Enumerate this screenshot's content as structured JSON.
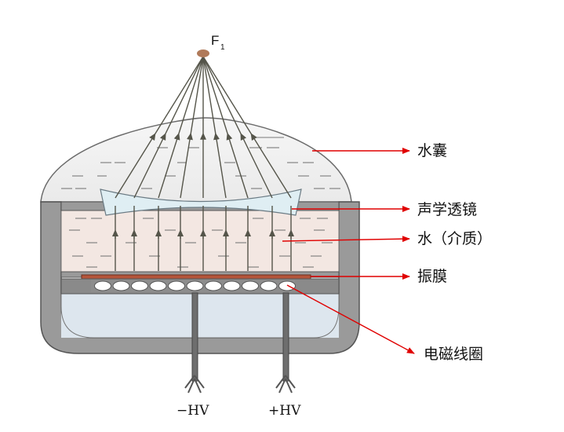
{
  "focus": {
    "label": "F",
    "subscript": "1"
  },
  "labels": {
    "water_bag": "水囊",
    "acoustic_lens": "声学透镜",
    "water_medium": "水（介质）",
    "diaphragm": "振膜",
    "em_coil": "电磁线圈",
    "neg_hv": "−HV",
    "pos_hv": "+HV"
  },
  "colors": {
    "pointer_line": "#e00000",
    "focal_point": "#b07a5a",
    "diaphragm": "#b5553a",
    "housing": "#8a8a8a",
    "water": "#f3e7e2",
    "lens": "#dfeef3",
    "ray": "#55554a"
  }
}
